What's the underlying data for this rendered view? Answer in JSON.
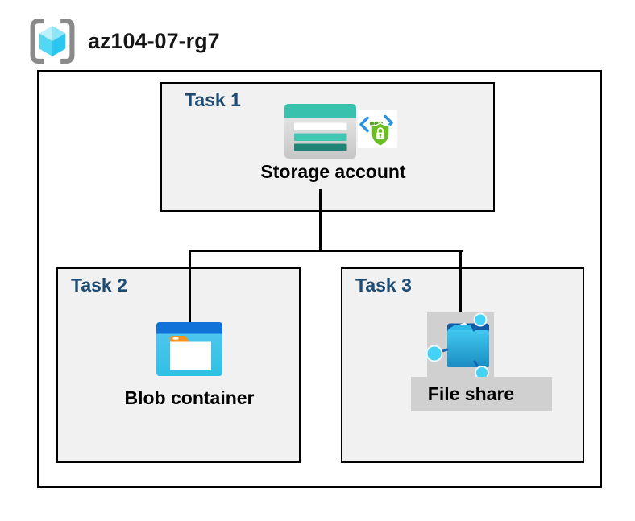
{
  "header": {
    "icon": "resource-group-icon",
    "title": "az104-07-rg7"
  },
  "tasks": [
    {
      "label": "Task 1",
      "item": "Storage account",
      "icons": [
        "storage-account-icon",
        "sas-policy-icon"
      ]
    },
    {
      "label": "Task 2",
      "item": "Blob container",
      "icons": [
        "blob-container-icon"
      ]
    },
    {
      "label": "Task 3",
      "item": "File share",
      "icons": [
        "file-share-icon"
      ]
    }
  ],
  "connections": [
    {
      "from": "Storage account",
      "to": "Blob container"
    },
    {
      "from": "Storage account",
      "to": "File share"
    }
  ],
  "colors": {
    "task_label_navy": "#1c4b74",
    "box_fill": "#f1f1f1",
    "box_border": "#000000",
    "selection_gray": "#d0d0d0",
    "storage_teal": "#38c2ae",
    "storage_teal_dark": "#1f8376",
    "blob_header_blue": "#1173d9",
    "blob_body_blue": "#3fc3ec",
    "blob_tab_orange": "#f6941f",
    "fileshare_front_blue": "#2bb3e6",
    "fileshare_back_blue": "#1459a3",
    "node_cyan": "#44d3f6",
    "link_blue": "#1565b0",
    "sas_bracket_blue": "#2493e0",
    "sas_dot_green": "#5aa02c",
    "sas_shield_green": "#6abe23",
    "rg_cube_cyan": "#52d7f4",
    "rg_bracket_gray": "#8a8a8a"
  }
}
